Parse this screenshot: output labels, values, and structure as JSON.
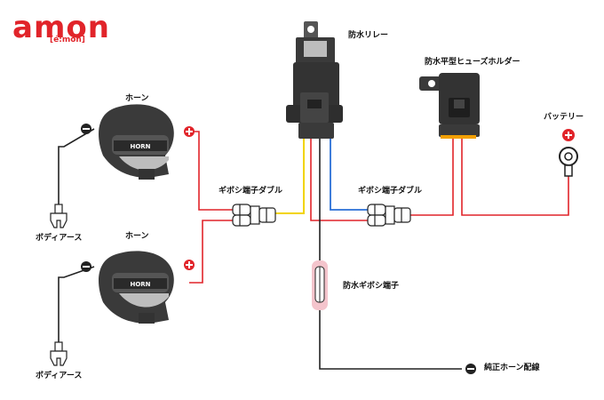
{
  "logo": {
    "brand": "amon",
    "reading": "[é:mon]",
    "color": "#e1242a"
  },
  "labels": {
    "relay": "防水リレー",
    "fuse_holder": "防水平型ヒューズホルダー",
    "battery": "バッテリー",
    "horn_top": "ホーン",
    "horn_bottom": "ホーン",
    "horn_badge": "HORN",
    "tap_left": "ギボシ端子ダブル",
    "tap_right": "ギボシ端子ダブル",
    "waterproof_terminal": "防水ギボシ端子",
    "body_earth_top": "ボディアース",
    "body_earth_bottom": "ボディアース",
    "genuine_horn": "純正ホーン配線"
  },
  "colors": {
    "red": "#e1242a",
    "yellow": "#f2d400",
    "blue": "#2a6fd6",
    "black": "#222222",
    "body": "#3a3a3a"
  }
}
